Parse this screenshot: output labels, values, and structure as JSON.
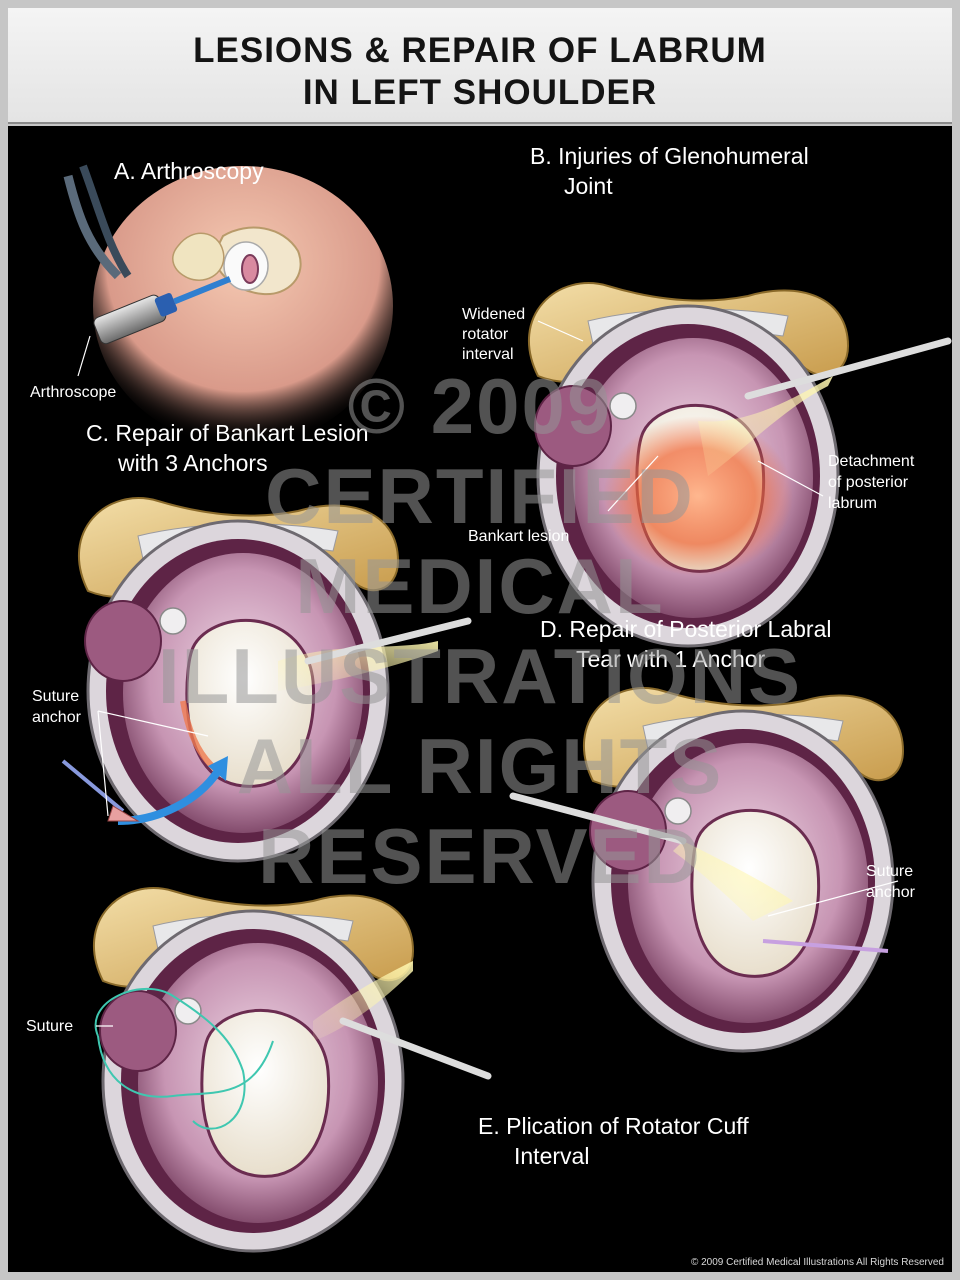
{
  "title": {
    "line1": "LESIONS & REPAIR OF LABRUM",
    "line2": "IN LEFT SHOULDER"
  },
  "panels": {
    "a": {
      "heading": "A. Arthroscopy",
      "labels": [
        "Arthroscope"
      ]
    },
    "b": {
      "heading_line1": "B. Injuries of Glenohumeral",
      "heading_line2": "Joint",
      "widened": [
        "Widened",
        "rotator",
        "interval"
      ],
      "detachment": [
        "Detachment",
        "of posterior",
        "labrum"
      ],
      "bankart": "Bankart lesion"
    },
    "c": {
      "heading_line1": "C. Repair of Bankart Lesion",
      "heading_line2": "with 3 Anchors",
      "anchor": [
        "Suture",
        "anchor"
      ]
    },
    "d": {
      "heading_line1": "D. Repair of Posterior Labral",
      "heading_line2": "Tear with 1 Anchor",
      "anchor": [
        "Suture",
        "anchor"
      ]
    },
    "e": {
      "heading_line1": "E. Plication of Rotator Cuff",
      "heading_line2": "Interval",
      "suture": "Suture"
    }
  },
  "watermark": [
    "© 2009",
    "CERTIFIED",
    "MEDICAL",
    "ILLUSTRATIONS",
    "ALL RIGHTS",
    "RESERVED"
  ],
  "footer": "© 2009 Certified Medical Illustrations All Rights Reserved",
  "colors": {
    "background": "#000000",
    "bone": "#e6c98a",
    "joint": "#c99ab8",
    "glenoid": "#f7f4ec",
    "lesion": "#f07a4a",
    "suture": "#3fc7b0",
    "arrow": "#2f8fe0"
  }
}
